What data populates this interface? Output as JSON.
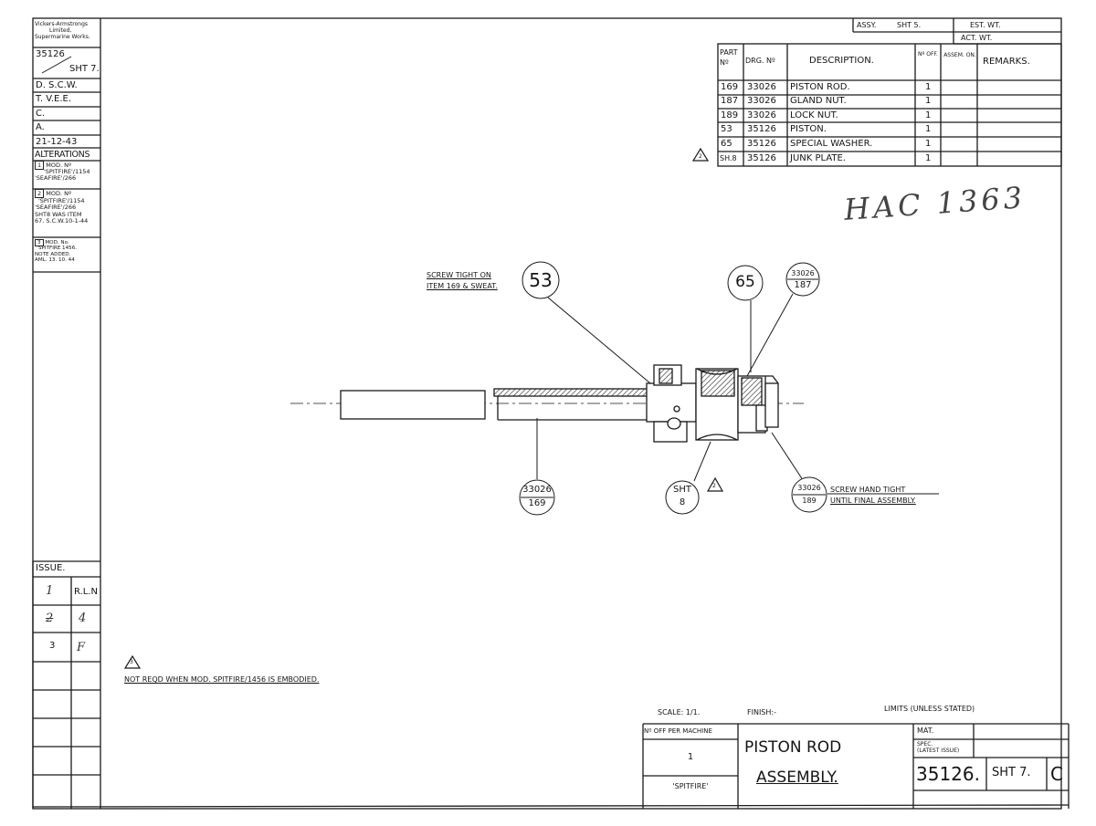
{
  "title_block_left": {
    "company": [
      "Vickers-Armstrongs",
      "Limited,",
      "Supermarine Works."
    ],
    "sheet_ref": "35126",
    "sheet_no": "SHT 7.",
    "approvals": [
      "D. S.C.W.",
      "T. V.E.E.",
      "C.",
      "A."
    ],
    "date": "21-12-43",
    "alterations_title": "ALTERATIONS",
    "alterations": [
      {
        "num": "1",
        "lines": [
          "MOD. Nº",
          "'SPITFIRE'/1154",
          "'SEAFIRE'/266"
        ]
      },
      {
        "num": "2",
        "lines": [
          "MOD. Nº",
          "'SPITFIRE'/1154",
          "'SEAFIRE'/266",
          "SHT8 WAS ITEM",
          "67. S.C.W.10-1-44"
        ]
      },
      {
        "num": "3",
        "lines": [
          "MOD. No.",
          "SPITFIRE 1456.",
          "NOTE ADDED.",
          "AML. 13. 10. 44"
        ]
      }
    ],
    "issue_title": "ISSUE.",
    "issues": [
      {
        "issue": "1",
        "initials": "R.L.N"
      },
      {
        "issue": "2",
        "initials": "4"
      },
      {
        "issue": "3",
        "initials": "F"
      }
    ]
  },
  "header_boxes": {
    "assy": "ASSY.",
    "assy_sheet": "SHT 5.",
    "est_wt": "EST. WT.",
    "act_wt": "ACT. WT."
  },
  "parts_table": {
    "headers": [
      "PART Nº",
      "DRG. Nº",
      "DESCRIPTION.",
      "Nº OFF.",
      "ASSEM. ON.",
      "REMARKS."
    ],
    "rows": [
      {
        "part": "169",
        "drg": "33026",
        "desc": "PISTON ROD.",
        "off": "1"
      },
      {
        "part": "187",
        "drg": "33026",
        "desc": "GLAND NUT.",
        "off": "1"
      },
      {
        "part": "189",
        "drg": "33026",
        "desc": "LOCK NUT.",
        "off": "1"
      },
      {
        "part": "53",
        "drg": "35126",
        "desc": "PISTON.",
        "off": "1"
      },
      {
        "part": "65",
        "drg": "35126",
        "desc": "SPECIAL WASHER.",
        "off": "1"
      },
      {
        "part": "SH.8",
        "drg": "35126",
        "desc": "JUNK PLATE.",
        "off": "1"
      }
    ],
    "revision_mark": "2"
  },
  "handwritten_ref": "HAC 1363",
  "drawing": {
    "note_screw_tight": [
      "SCREW TIGHT ON",
      "ITEM 169 & SWEAT."
    ],
    "note_hand_tight": [
      "SCREW HAND TIGHT",
      "UNTIL FINAL ASSEMBLY."
    ],
    "balloons": {
      "b53": "53",
      "b65": "65",
      "b187_top": "33026",
      "b187_bottom": "187",
      "b169_top": "33026",
      "b169_bottom": "169",
      "bsh8_top": "SHT",
      "bsh8_bottom": "8",
      "b189_top": "33026",
      "b189_bottom": "189",
      "rev_mark": "2"
    }
  },
  "footnote": {
    "mark": "3",
    "text": "NOT REQD WHEN MOD. SPITFIRE/1456 IS EMBODIED."
  },
  "title_block_bottom": {
    "scale": "SCALE: 1/1.",
    "finish": "FINISH:-",
    "limits": "LIMITS (UNLESS STATED)",
    "off_per_machine_label": "Nº OFF PER MACHINE",
    "off_per_machine": "1",
    "machine": "'SPITFIRE'",
    "title_line1": "PISTON ROD",
    "title_line2": "ASSEMBLY.",
    "mat": "MAT.",
    "spec": [
      "SPEC.",
      "(LATEST ISSUE)"
    ],
    "drawing_no": "35126.",
    "sheet": "SHT 7.",
    "issue_letter": "C"
  }
}
